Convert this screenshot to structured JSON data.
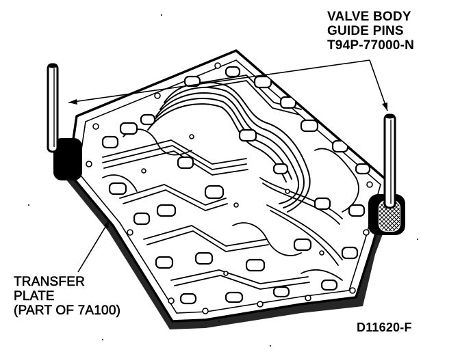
{
  "figure": {
    "colors": {
      "ink": "#000000",
      "paper": "#ffffff"
    }
  },
  "callouts": {
    "guide_pins": {
      "lines": [
        "VALVE BODY",
        "GUIDE PINS",
        "T94P-77000-N"
      ]
    },
    "transfer_plate": {
      "lines": [
        "TRANSFER",
        "PLATE",
        "(PART OF 7A100)"
      ]
    }
  },
  "figure_id": "D11620-F"
}
